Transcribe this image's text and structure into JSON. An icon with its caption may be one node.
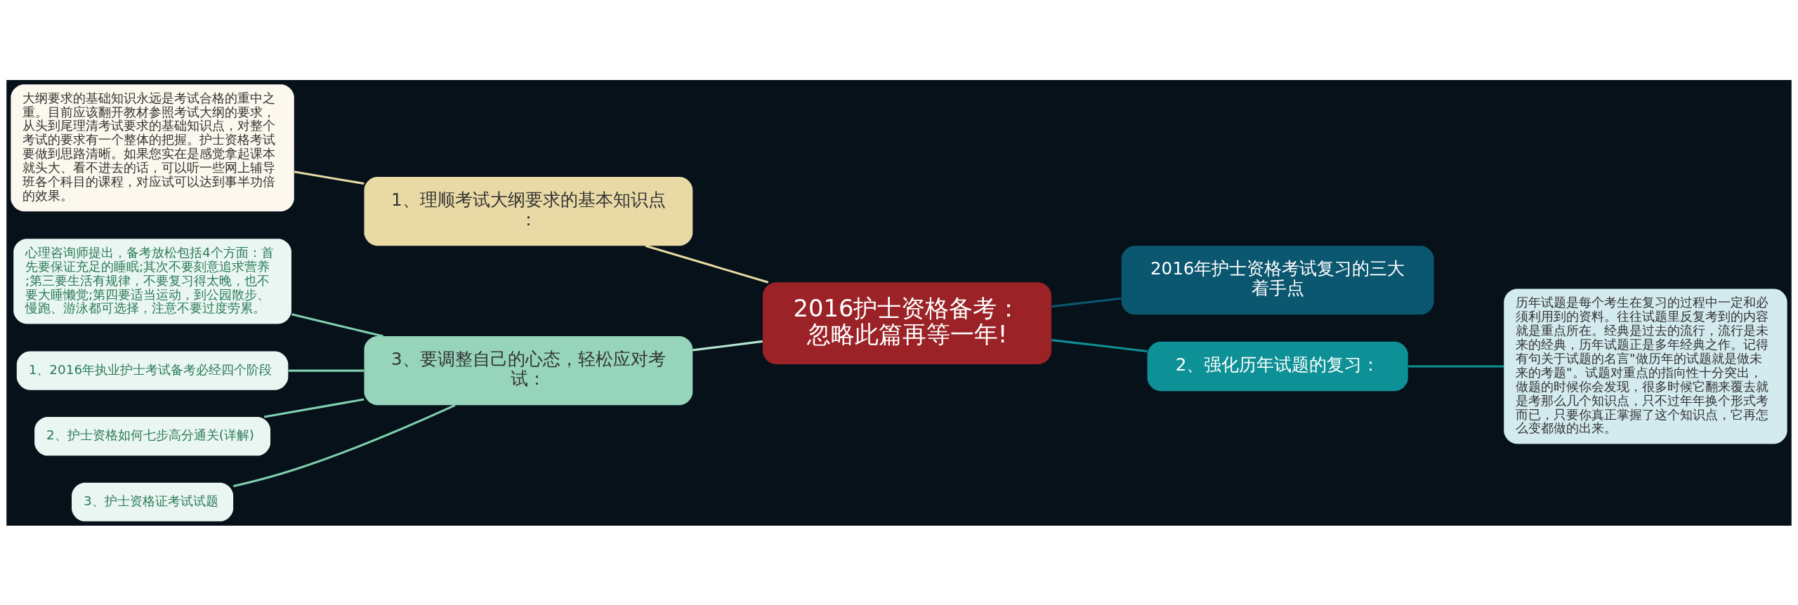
{
  "diagram": {
    "nodes": [
      {
        "text": [
          "2016护士资格备考：忽略此篇再等一年!"
        ]
      },
      {
        "text": [
          "1、理顺考试大纲要求的基本知识点："
        ]
      },
      {
        "text": [
          "大纲要求的基础知识永远是考试合格的重中之重。目前应该翻开教材参照考试大纲的要求，从头到尾理清考试要求的基础知识点，对整个考试的要求有一个整体的把握。护士资格考试要做到思路清晰。如果您实在是感觉拿起课本就头大、看不进去的话，可以听一些网上辅导班各个科目的课程，对应试可以达到事半功倍的效果。"
        ]
      },
      {
        "text": [
          "3、要调整自己的心态，轻松应对考试："
        ]
      },
      {
        "text": [
          "心理咨询师提出，备考放松包括4个方面：首先要保证充足的睡眠;其次不要刻意追求营养;第三要生活有规律，不要复习得太晚，也不要大睡懒觉;第四要适当运动，到公园散步、慢跑、游泳都可选择，注意不要过度劳累。"
        ]
      },
      {
        "text": [
          "1、2016年执业护士考试备考必经四个阶段"
        ]
      },
      {
        "text": [
          "2、护士资格如何七步高分通关(详解)"
        ]
      },
      {
        "text": [
          "3、护士资格证考试试题"
        ]
      },
      {
        "text": [
          "2016年护士资格考试复习的三大着手点"
        ]
      },
      {
        "text": [
          "2、强化历年试题的复习："
        ]
      },
      {
        "text": [
          "历年试题是每个考生在复习的过程中一定和必须利用到的资料。往往试题里反复考到的内容就是重点所在。经典是过去的流行，流行是未来的经典，历年试题正是多年经典之作。记得有句关于试题的名言\"做历年的试题就是做未来的考题\"。试题对重点的指向性十分突出，做题的时候你会发现，很多时候它翻来覆去就是考那么几个知识点，只不过年年换个形式考而已，只要你真正掌握了这个知识点，它再怎么变都做的出来。"
        ]
      }
    ],
    "edges": [
      {
        "from": 0,
        "to": 1,
        "arrow": "none",
        "color": "#e8d9a5"
      },
      {
        "from": 1,
        "to": 2,
        "arrow": "none",
        "color": "#e8d9a5"
      },
      {
        "from": 0,
        "to": 3,
        "arrow": "none",
        "color": "#b5e6d2"
      },
      {
        "from": 3,
        "to": 4,
        "arrow": "none"
      },
      {
        "from": 3,
        "to": 5,
        "arrow": "none"
      },
      {
        "from": 3,
        "to": 6,
        "arrow": "none"
      },
      {
        "from": 3,
        "to": 7,
        "arrow": "none"
      },
      {
        "from": 0,
        "to": 8,
        "arrow": "none",
        "color": "#0b5770"
      },
      {
        "from": 0,
        "to": 9,
        "arrow": "none",
        "color": "#0e9196"
      },
      {
        "from": 9,
        "to": 10,
        "arrow": "none",
        "color": "#0e9196"
      }
    ]
  }
}
